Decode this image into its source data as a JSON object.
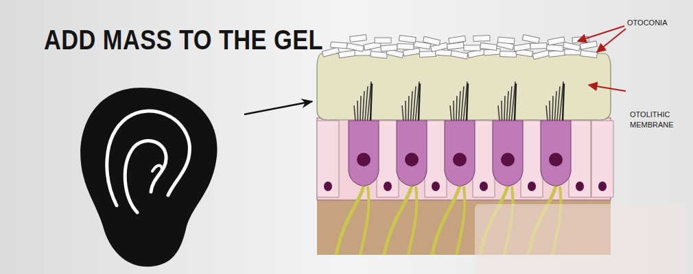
{
  "diagram": {
    "title": "ADD MASS TO THE GEL",
    "labels": [
      "OTOCONIA",
      "OTOLITHIC MEMBRANE"
    ]
  }
}
